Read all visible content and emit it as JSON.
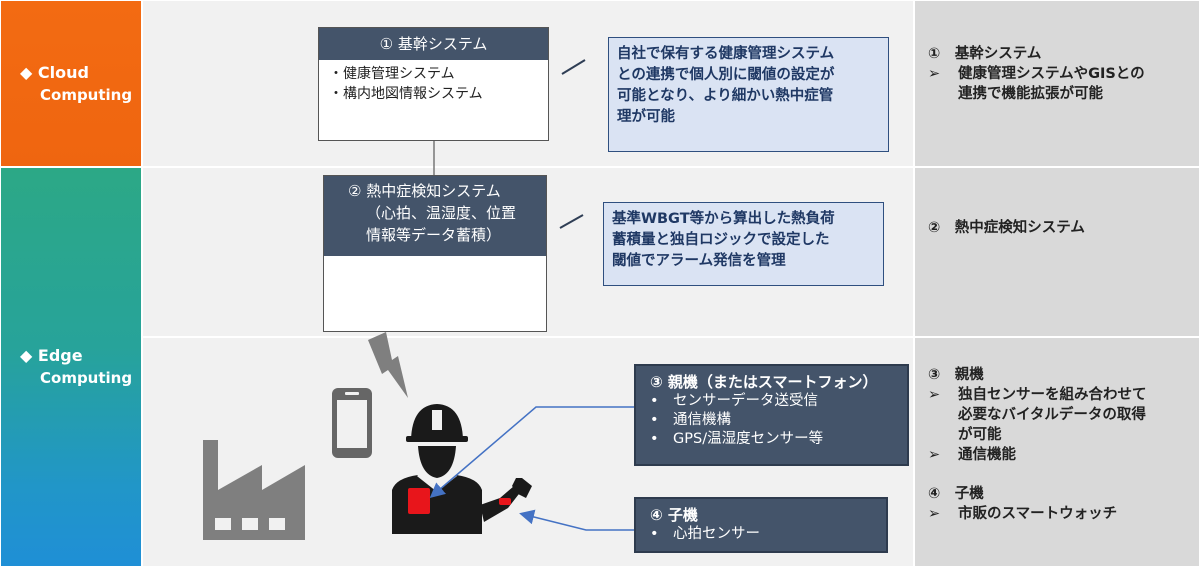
{
  "bands": {
    "cloud": {
      "diamond": "◆",
      "line1": "Cloud",
      "line2": "Computing"
    },
    "edge": {
      "diamond": "◆",
      "line1": "Edge",
      "line2": "Computing"
    }
  },
  "core_system": {
    "title": "① 基幹システム",
    "items": [
      "・健康管理システム",
      "・構内地図情報システム"
    ]
  },
  "detection_system": {
    "title_lines": [
      "② 熱中症検知システム",
      "（心拍、温湿度、位置",
      "情報等データ蓄積）"
    ]
  },
  "notes": {
    "cloud": [
      "自社で保有する健康管理システム",
      "との連携で個人別に閾値の設定が",
      "可能となり、より細かい熱中症管",
      "理が可能"
    ],
    "detect": [
      "基準WBGT等から算出した熱負荷",
      "蓄積量と独自ロジックで設定した",
      "閾値でアラーム発信を管理"
    ]
  },
  "parent_device": {
    "title": "③ 親機（またはスマートフォン）",
    "items": [
      "•　センサーデータ送受信",
      "•　通信機構",
      "•　GPS/温湿度センサー等"
    ]
  },
  "child_device": {
    "title": "④ 子機",
    "items": [
      "•　心拍センサー"
    ]
  },
  "right_panel": {
    "s1": {
      "title": "①　基幹システム",
      "bullet": "➢",
      "lines": [
        "健康管理システムやGISとの",
        "連携で機能拡張が可能"
      ]
    },
    "s2": {
      "title": "②　熱中症検知システム"
    },
    "s3": {
      "title": "③　親機",
      "bullet": "➢",
      "lines": [
        "独自センサーを組み合わせて",
        "必要なバイタルデータの取得",
        "が可能"
      ],
      "bullet2": "➢",
      "line2": "通信機能"
    },
    "s4": {
      "title": "④　子機",
      "bullet": "➢",
      "line": "市販のスマートウォッチ"
    }
  },
  "icons": [
    "computer-icon",
    "wireless-signal-icon",
    "smartphone-icon",
    "factory-icon",
    "worker-icon",
    "smartwatch-icon"
  ],
  "colors": {
    "cloud": "#f36b12",
    "edge_top": "#2ca886",
    "edge_bottom": "#1f8fd6",
    "header": "#44546a",
    "note_bg": "#dae3f3",
    "arrow": "#4472c4"
  }
}
